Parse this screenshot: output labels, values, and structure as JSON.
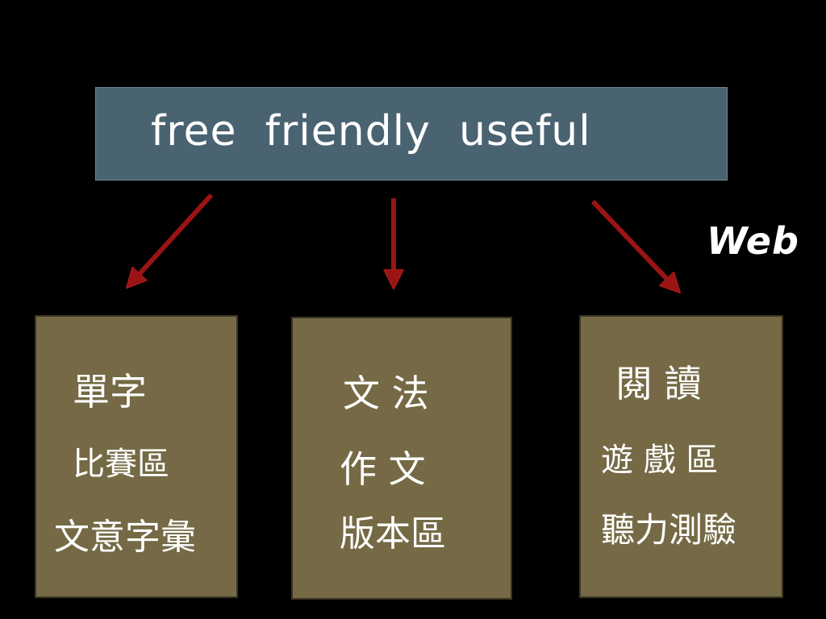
{
  "header": {
    "text": "free  friendly  useful"
  },
  "web_label": "Web",
  "boxes": [
    {
      "title": "單字",
      "lines": [
        "比賽區",
        "文意字彙"
      ]
    },
    {
      "title": "文 法",
      "lines": [
        "作 文",
        "版本區"
      ]
    },
    {
      "title": "閱 讀",
      "lines": [
        "遊 戲 區",
        "聽力測驗"
      ]
    }
  ],
  "colors": {
    "background": "#000000",
    "header_fill": "#4a6371",
    "box_fill": "#756a45",
    "arrow": "#9a1414",
    "text": "#ffffff"
  }
}
